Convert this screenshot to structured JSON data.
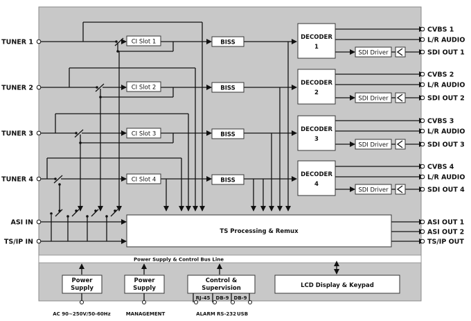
{
  "inputs": {
    "tuner1": "TUNER 1",
    "tuner2": "TUNER 2",
    "tuner3": "TUNER 3",
    "tuner4": "TUNER 4",
    "asi_in": "ASI IN",
    "tsip_in": "TS/IP IN"
  },
  "ci_slots": [
    "CI Slot 1",
    "CI Slot 2",
    "CI Slot 3",
    "CI Slot 4"
  ],
  "biss_label": "BISS",
  "decoders": [
    {
      "name": "DECODER",
      "num": "1"
    },
    {
      "name": "DECODER",
      "num": "2"
    },
    {
      "name": "DECODER",
      "num": "3"
    },
    {
      "name": "DECODER",
      "num": "4"
    }
  ],
  "sdi_driver": "SDI Driver",
  "outputs": {
    "cvbs": [
      "CVBS 1",
      "CVBS 2",
      "CVBS 3",
      "CVBS 4"
    ],
    "lr_audio": "L/R AUDIO",
    "sdi_out": [
      "SDI OUT 1",
      "SDI OUT 2",
      "SDI OUT 3",
      "SDI OUT 4"
    ],
    "asi_out1": "ASI OUT 1",
    "asi_out2": "ASI OUT 2",
    "tsip_out": "TS/IP OUT"
  },
  "ts_processing": "TS Processing & Remux",
  "bus_line": "Power Supply & Control Bus Line",
  "power_supply": [
    "Power",
    "Supply"
  ],
  "control": [
    "Control &",
    "Supervision"
  ],
  "lcd": "LCD Display & Keypad",
  "ports": {
    "rj45": "RJ-45",
    "db9a": "DB-9",
    "db9b": "DB-9"
  },
  "bottom_labels": {
    "ac": "AC 90~250V/50-60Hz",
    "management": "MANAGEMENT",
    "alarm": "ALARM",
    "rs232": "RS-232",
    "usb": "USB"
  }
}
